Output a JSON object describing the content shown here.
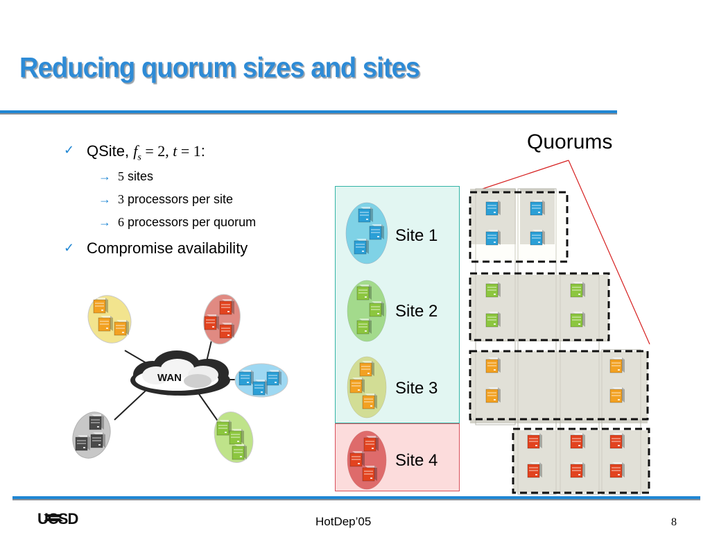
{
  "title": "Reducing quorum sizes and sites",
  "bullets": {
    "qsite_prefix": "QSite, ",
    "f": "f",
    "s": "s",
    "eq_two": " = 2, ",
    "t": "t",
    "eq_one": " = 1",
    "colon": ":",
    "sub1_num": "5",
    "sub1_text": " sites",
    "sub2_num": "3",
    "sub2_text": " processors per site",
    "sub3_num": "6",
    "sub3_text": " processors per quorum",
    "compromise": "Compromise availability"
  },
  "diagram": {
    "wan_label": "WAN",
    "quorums_label": "Quorums",
    "sites": [
      "Site 1",
      "Site 2",
      "Site 3",
      "Site 4"
    ]
  },
  "colors": {
    "blue": "#2b9fd6",
    "green": "#8cc63f",
    "orange": "#f2a122",
    "red": "#e2431f",
    "gray": "#4a4a4a"
  },
  "footer": {
    "logo": "UCSD",
    "center": "HotDep’05",
    "page": "8"
  }
}
